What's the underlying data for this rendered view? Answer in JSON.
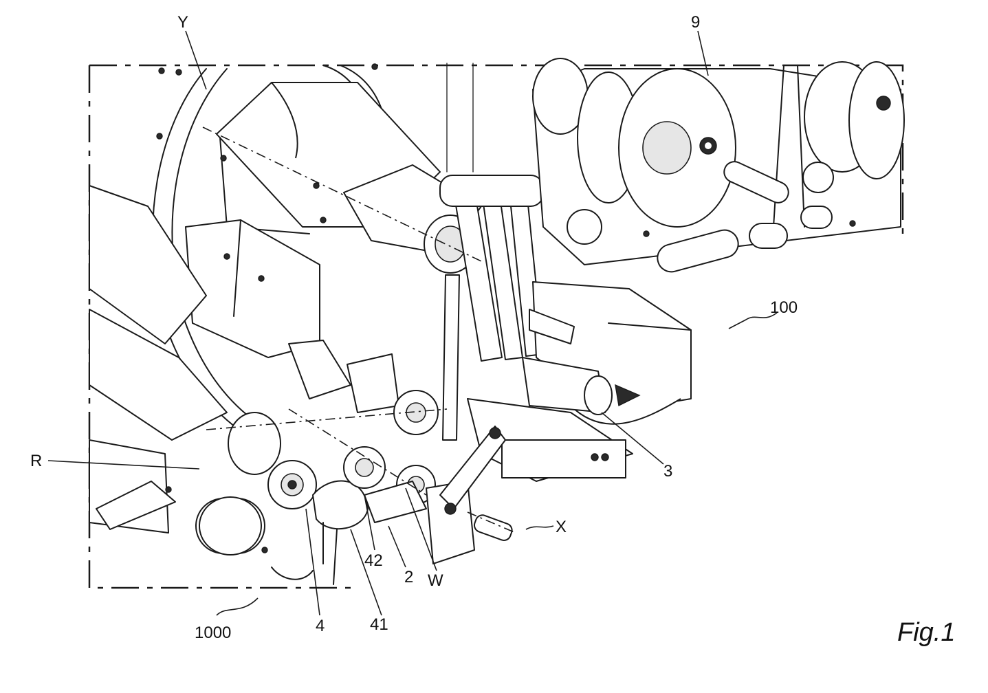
{
  "figure": {
    "caption": "Fig.1",
    "reference_labels": {
      "y_axis": "Y",
      "unit_9": "9",
      "assembly_100": "100",
      "r_axis": "R",
      "unit_3": "3",
      "x_axis": "X",
      "part_42": "42",
      "unit_2": "2",
      "w_axis": "W",
      "machine_1000": "1000",
      "unit_4": "4",
      "part_41": "41"
    }
  }
}
